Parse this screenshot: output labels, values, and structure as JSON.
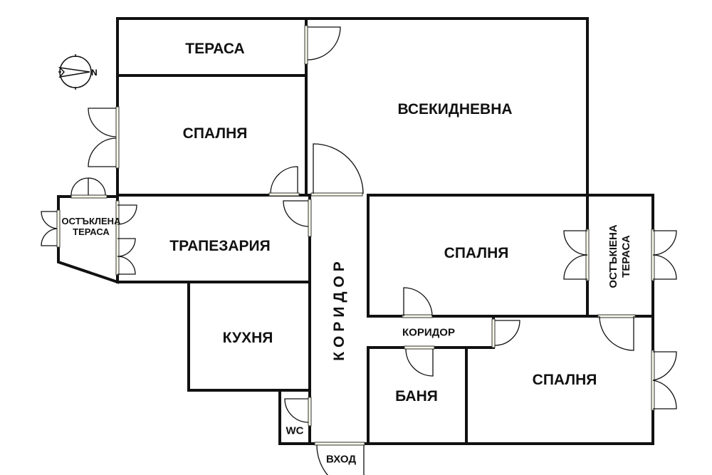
{
  "plan": {
    "rooms": {
      "terrace_top": "ТЕРАСА",
      "living_room": "ВСЕКИДНЕВНА",
      "bedroom_top": "СПАЛНЯ",
      "glazed_terrace_left": "ОСТЪКЛЕНА ТЕРАСА",
      "dining_room": "ТРАПЕЗАРИЯ",
      "corridor_vertical": "КОРИДОР",
      "bedroom_middle": "СПАЛНЯ",
      "glazed_terrace_right": "ОСТЪКIЕНА ТЕРАСА",
      "corridor_horizontal": "КОРИДОР",
      "kitchen": "КУХНЯ",
      "bathroom": "БАНЯ",
      "bedroom_bottom": "СПАЛНЯ",
      "wc": "WC",
      "entrance": "ВХОД"
    },
    "compass": {
      "north_label": "N"
    },
    "colors": {
      "wall": "#111111",
      "background": "#ffffff",
      "frame": "#f7f7e8"
    }
  }
}
